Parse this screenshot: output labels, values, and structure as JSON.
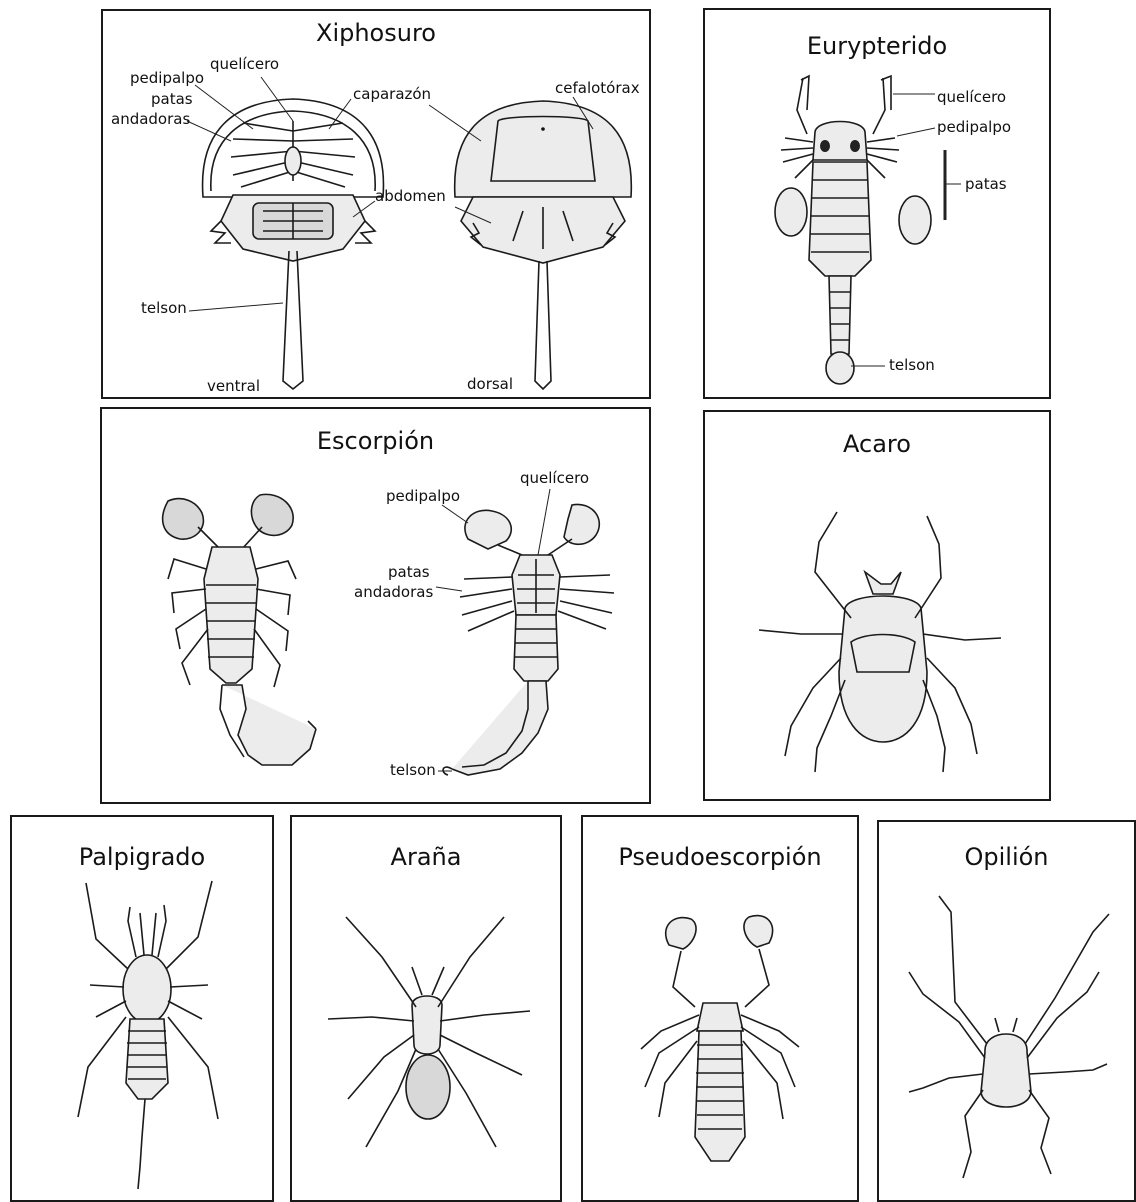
{
  "panels": {
    "xiphosuro": {
      "title": "Xiphosuro",
      "labels": {
        "quelicero": "quelícero",
        "pedipalpo": "pedipalpo",
        "patas": "patas",
        "andadoras": "andadoras",
        "caparazon": "caparazón",
        "cefalotorax": "cefalotórax",
        "abdomen": "abdomen",
        "telson": "telson",
        "ventral": "ventral",
        "dorsal": "dorsal"
      }
    },
    "eurypterido": {
      "title": "Eurypterido",
      "labels": {
        "quelicero": "quelícero",
        "pedipalpo": "pedipalpo",
        "patas": "patas",
        "telson": "telson"
      }
    },
    "escorpion": {
      "title": "Escorpión",
      "labels": {
        "pedipalpo": "pedipalpo",
        "quelicero": "quelícero",
        "patas": "patas",
        "andadoras": "andadoras",
        "telson": "telson"
      }
    },
    "acaro": {
      "title": "Acaro"
    },
    "palpigrado": {
      "title": "Palpigrado"
    },
    "arana": {
      "title": "Araña"
    },
    "pseudoescorpion": {
      "title": "Pseudoescorpión"
    },
    "opilion": {
      "title": "Opilión"
    }
  }
}
